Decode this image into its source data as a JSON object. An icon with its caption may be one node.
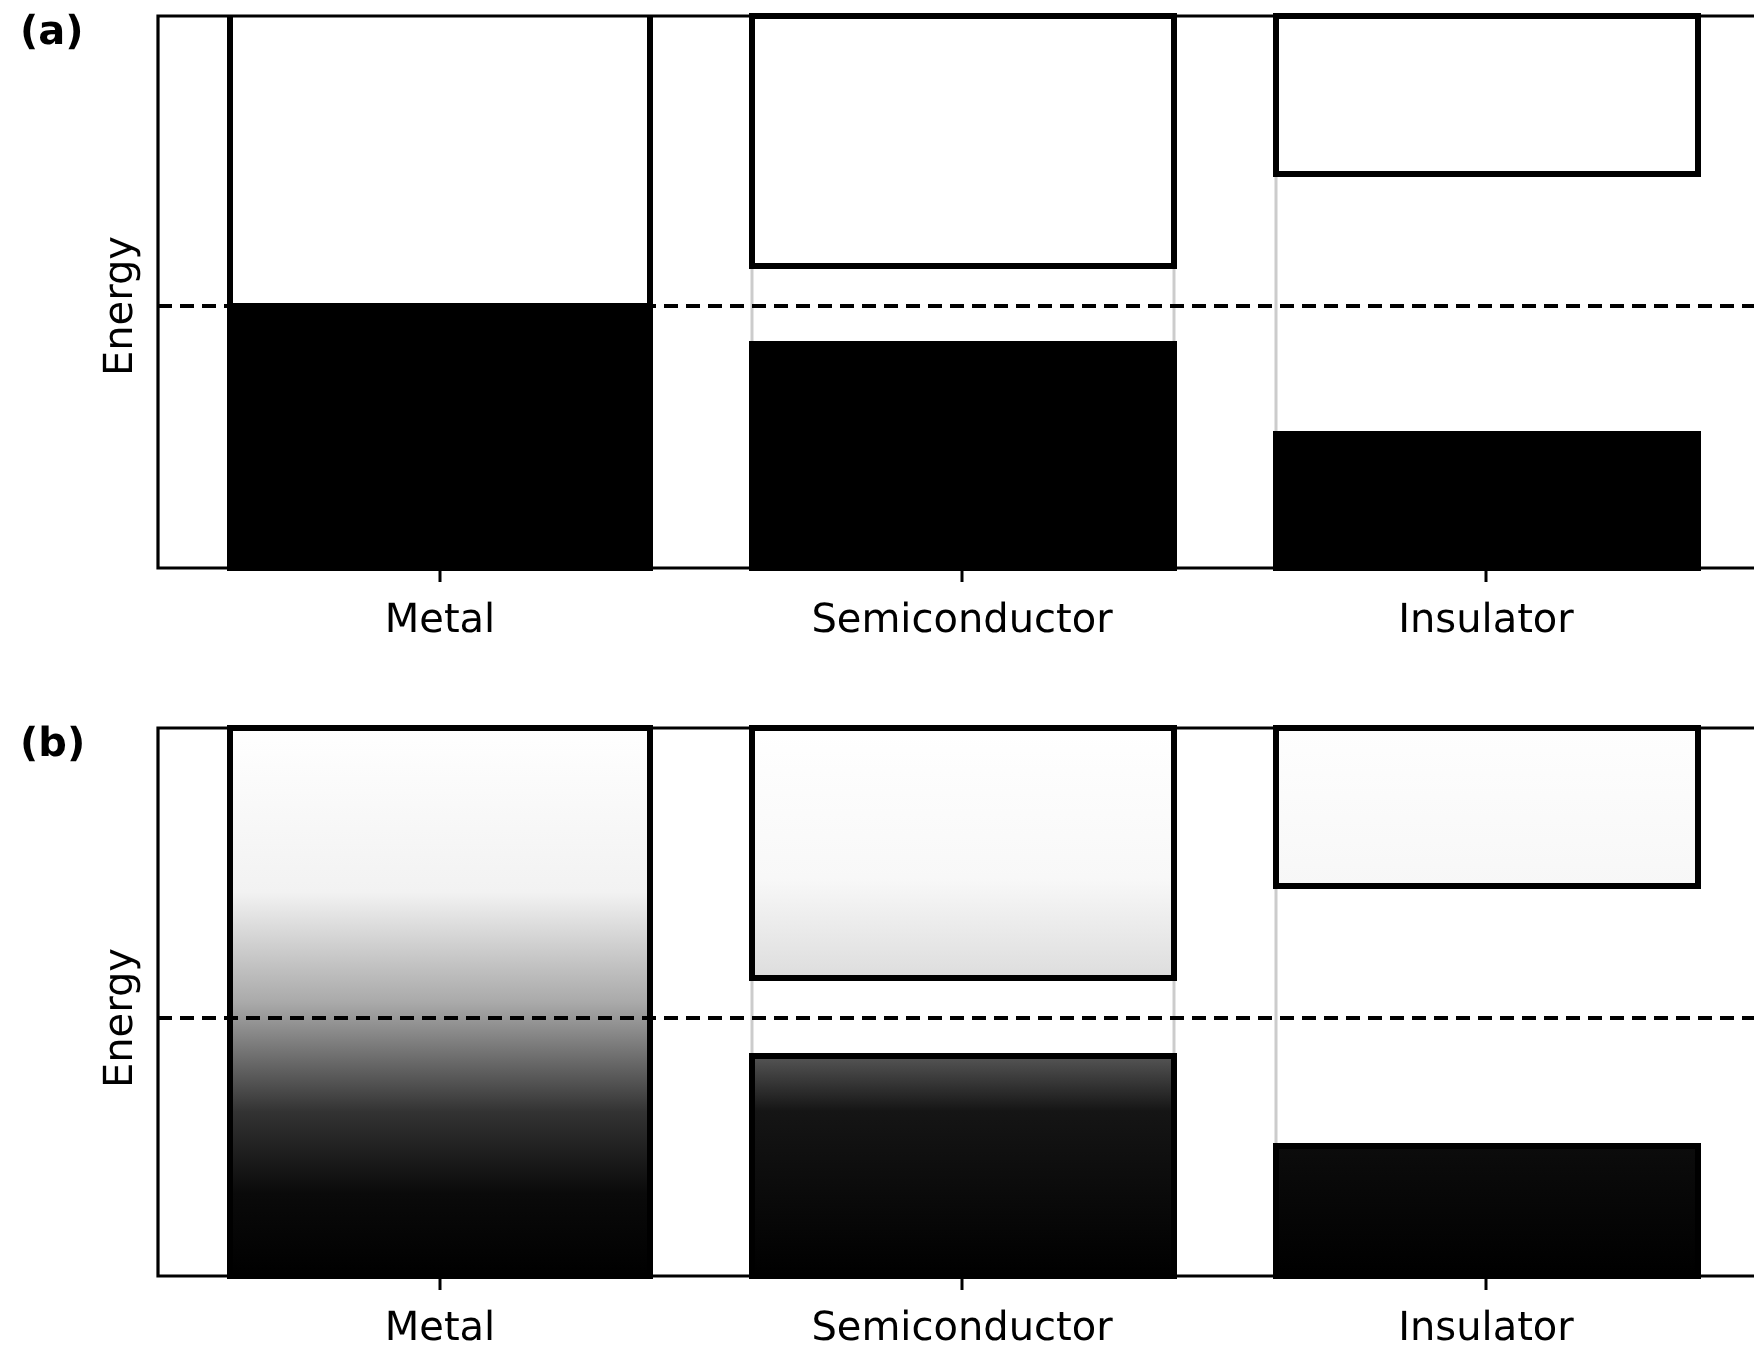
{
  "diagram": {
    "labels": [
      "(a)",
      "Energy",
      "Metal",
      "Semiconductor",
      "Insulator",
      "(b)",
      "Energy",
      "Metal",
      "Semiconductor",
      "Insulator"
    ]
  }
}
